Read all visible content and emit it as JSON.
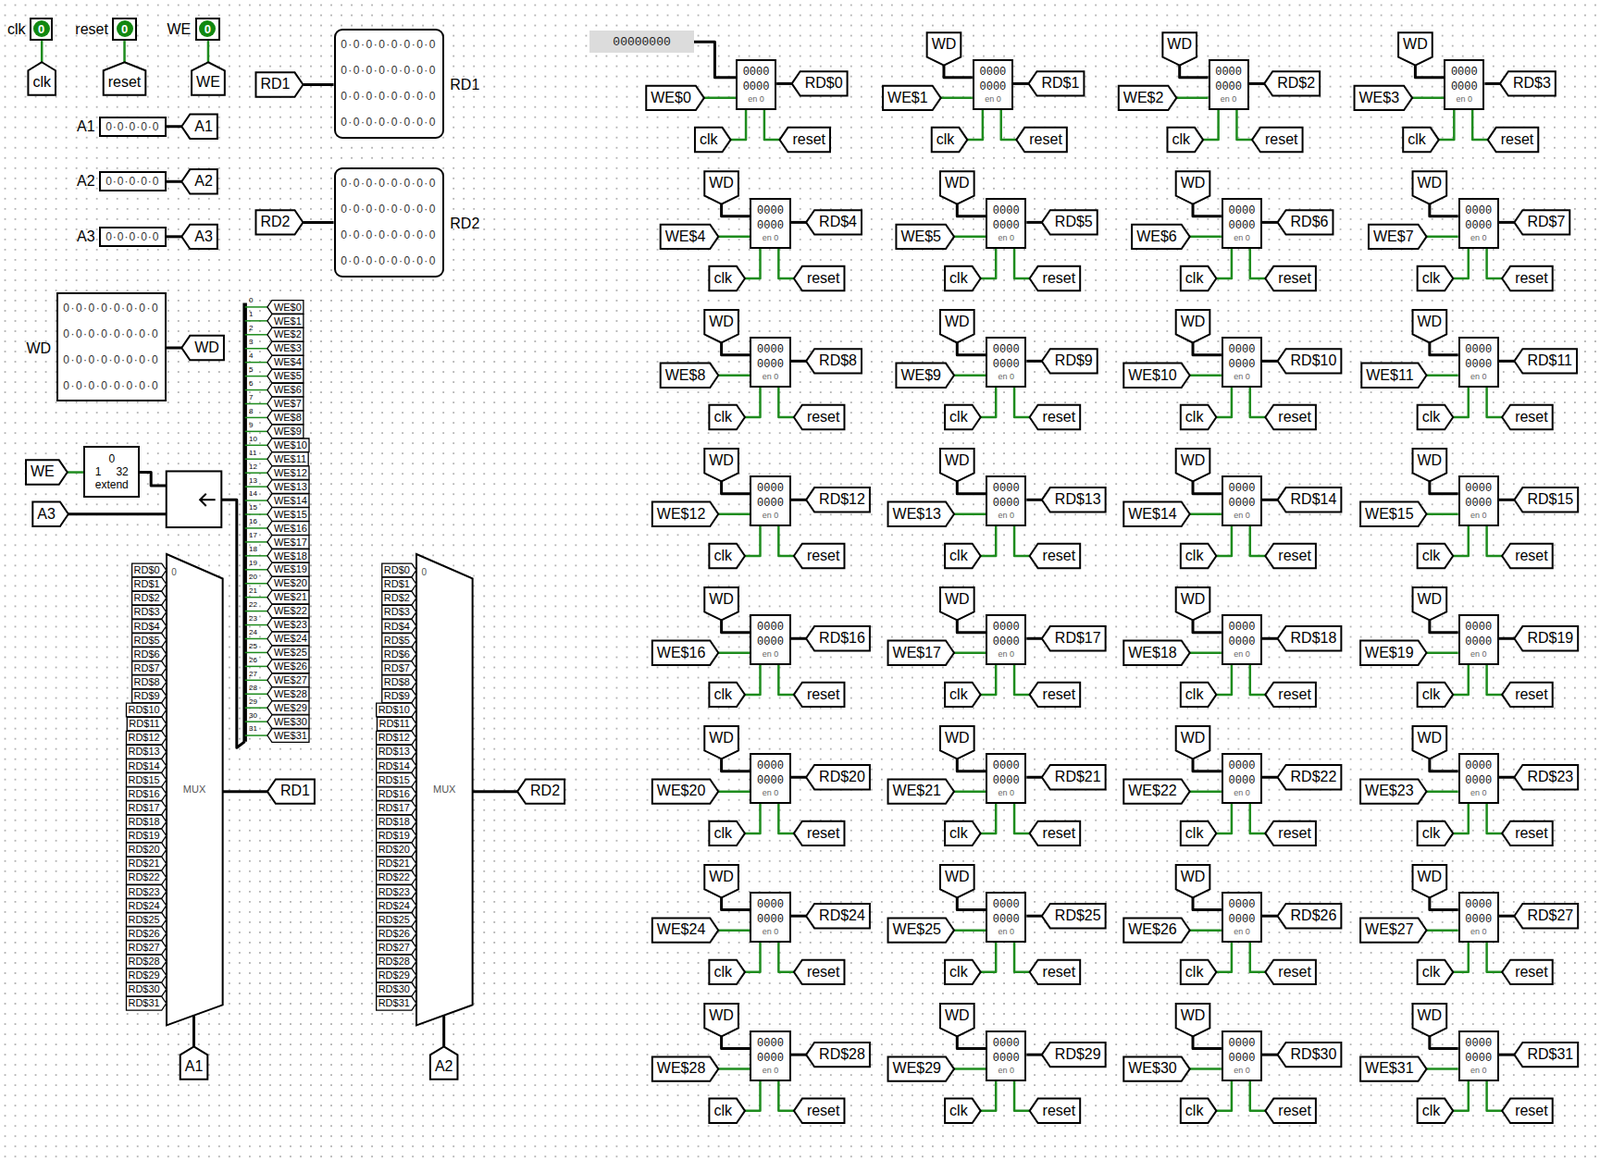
{
  "diagram": {
    "nodes": [
      {
        "text": [
          "0"
        ]
      },
      {
        "text": [
          "0"
        ]
      },
      {
        "text": [
          "0"
        ]
      },
      {
        "text": [
          "00000000"
        ]
      },
      {
        "text": [
          "0·0·0·0·0"
        ]
      },
      {
        "text": [
          "0·0·0·0·0·0·0·0 0·0·0·0·0·0·0·0 0·0·0·0·0·0·0·0 0·0·0·0·0·0·0·0"
        ]
      },
      {
        "text": [
          "0·0·0·0·0"
        ]
      },
      {
        "text": [
          "0·0·0·0·0·0·0·0 0·0·0·0·0·0·0·0 0·0·0·0·0·0·0·0 0·0·0·0·0·0·0·0"
        ]
      },
      {
        "text": [
          "0·0·0·0·0"
        ]
      },
      {
        "text": [
          "0·0·0·0·0·0·0·0 0·0·0·0·0·0·0·0 0·0·0·0·0·0·0·0 0·0·0·0·0·0·0·0"
        ]
      },
      {
        "text": [
          "0",
          "1",
          "32",
          "extend"
        ]
      },
      {
        "text": [
          "MUX"
        ]
      },
      {
        "text": [
          "MUX"
        ]
      },
      {
        "text": [
          "0000 0000",
          "en 0"
        ]
      },
      {
        "text": [
          "0000 0000",
          "en 0"
        ]
      },
      {
        "text": [
          "0000 0000",
          "en 0"
        ]
      },
      {
        "text": [
          "0000 0000",
          "en 0"
        ]
      },
      {
        "text": [
          "0000 0000",
          "en 0"
        ]
      },
      {
        "text": [
          "0000 0000",
          "en 0"
        ]
      },
      {
        "text": [
          "0000 0000",
          "en 0"
        ]
      },
      {
        "text": [
          "0000 0000",
          "en 0"
        ]
      },
      {
        "text": [
          "0000 0000",
          "en 0"
        ]
      },
      {
        "text": [
          "0000 0000",
          "en 0"
        ]
      },
      {
        "text": [
          "0000 0000",
          "en 0"
        ]
      },
      {
        "text": [
          "0000 0000",
          "en 0"
        ]
      },
      {
        "text": [
          "0000 0000",
          "en 0"
        ]
      },
      {
        "text": [
          "0000 0000",
          "en 0"
        ]
      },
      {
        "text": [
          "0000 0000",
          "en 0"
        ]
      },
      {
        "text": [
          "0000 0000",
          "en 0"
        ]
      },
      {
        "text": [
          "0000 0000",
          "en 0"
        ]
      },
      {
        "text": [
          "0000 0000",
          "en 0"
        ]
      },
      {
        "text": [
          "0000 0000",
          "en 0"
        ]
      },
      {
        "text": [
          "0000 0000",
          "en 0"
        ]
      },
      {
        "text": [
          "0000 0000",
          "en 0"
        ]
      },
      {
        "text": [
          "0000 0000",
          "en 0"
        ]
      },
      {
        "text": [
          "0000 0000",
          "en 0"
        ]
      },
      {
        "text": [
          "0000 0000",
          "en 0"
        ]
      },
      {
        "text": [
          "0000 0000",
          "en 0"
        ]
      },
      {
        "text": [
          "0000 0000",
          "en 0"
        ]
      },
      {
        "text": [
          "0000 0000",
          "en 0"
        ]
      },
      {
        "text": [
          "0000 0000",
          "en 0"
        ]
      },
      {
        "text": [
          "0000 0000",
          "en 0"
        ]
      },
      {
        "text": [
          "0000 0000",
          "en 0"
        ]
      },
      {
        "text": [
          "0000 0000",
          "en 0"
        ]
      },
      {
        "text": [
          "0000 0000",
          "en 0"
        ]
      }
    ],
    "edges": [
      {
        "from": 3,
        "to": 13,
        "arrow": "none"
      }
    ],
    "labels": [
      "clk",
      "clk",
      "reset",
      "reset",
      "WE",
      "WE",
      "A1",
      "A1",
      "A2",
      "A2",
      "A3",
      "A3",
      "RD1",
      "RD1",
      "RD2",
      "RD2",
      "WD",
      "WD",
      "WE",
      "A3",
      "0",
      "1",
      "2",
      "3",
      "4",
      "5",
      "6",
      "7",
      "8",
      "9",
      "10",
      "11",
      "12",
      "13",
      "14",
      "15",
      "16",
      "17",
      "18",
      "19",
      "20",
      "21",
      "22",
      "23",
      "24",
      "25",
      "26",
      "27",
      "28",
      "29",
      "30",
      "31",
      "WE$0",
      "WE$1",
      "WE$2",
      "WE$3",
      "WE$4",
      "WE$5",
      "WE$6",
      "WE$7",
      "WE$8",
      "WE$9",
      "WE$10",
      "WE$11",
      "WE$12",
      "WE$13",
      "WE$14",
      "WE$15",
      "WE$16",
      "WE$17",
      "WE$18",
      "WE$19",
      "WE$20",
      "WE$21",
      "WE$22",
      "WE$23",
      "WE$24",
      "WE$25",
      "WE$26",
      "WE$27",
      "WE$28",
      "WE$29",
      "WE$30",
      "WE$31",
      "RD$0",
      "RD$1",
      "RD$2",
      "RD$3",
      "RD$4",
      "RD$5",
      "RD$6",
      "RD$7",
      "RD$8",
      "RD$9",
      "RD$10",
      "RD$11",
      "RD$12",
      "RD$13",
      "RD$14",
      "RD$15",
      "RD$16",
      "RD$17",
      "RD$18",
      "RD$19",
      "RD$20",
      "RD$21",
      "RD$22",
      "RD$23",
      "RD$24",
      "RD$25",
      "RD$26",
      "RD$27",
      "RD$28",
      "RD$29",
      "RD$30",
      "RD$31",
      "0",
      "RD1",
      "A1",
      "RD$0",
      "RD$1",
      "RD$2",
      "RD$3",
      "RD$4",
      "RD$5",
      "RD$6",
      "RD$7",
      "RD$8",
      "RD$9",
      "RD$10",
      "RD$11",
      "RD$12",
      "RD$13",
      "RD$14",
      "RD$15",
      "RD$16",
      "RD$17",
      "RD$18",
      "RD$19",
      "RD$20",
      "RD$21",
      "RD$22",
      "RD$23",
      "RD$24",
      "RD$25",
      "RD$26",
      "RD$27",
      "RD$28",
      "RD$29",
      "RD$30",
      "RD$31",
      "0",
      "RD2",
      "A2",
      "WE$0",
      "RD$0",
      "clk",
      "reset",
      "WD",
      "WE$1",
      "RD$1",
      "clk",
      "reset",
      "WD",
      "WE$2",
      "RD$2",
      "clk",
      "reset",
      "WD",
      "WE$3",
      "RD$3",
      "clk",
      "reset",
      "WD",
      "WE$4",
      "RD$4",
      "clk",
      "reset",
      "WD",
      "WE$5",
      "RD$5",
      "clk",
      "reset",
      "WD",
      "WE$6",
      "RD$6",
      "clk",
      "reset",
      "WD",
      "WE$7",
      "RD$7",
      "clk",
      "reset",
      "WD",
      "WE$8",
      "RD$8",
      "clk",
      "reset",
      "WD",
      "WE$9",
      "RD$9",
      "clk",
      "reset",
      "WD",
      "WE$10",
      "RD$10",
      "clk",
      "reset",
      "WD",
      "WE$11",
      "RD$11",
      "clk",
      "reset",
      "WD",
      "WE$12",
      "RD$12",
      "clk",
      "reset",
      "WD",
      "WE$13",
      "RD$13",
      "clk",
      "reset",
      "WD",
      "WE$14",
      "RD$14",
      "clk",
      "reset",
      "WD",
      "WE$15",
      "RD$15",
      "clk",
      "reset",
      "WD",
      "WE$16",
      "RD$16",
      "clk",
      "reset",
      "WD",
      "WE$17",
      "RD$17",
      "clk",
      "reset",
      "WD",
      "WE$18",
      "RD$18",
      "clk",
      "reset",
      "WD",
      "WE$19",
      "RD$19",
      "clk",
      "reset",
      "WD",
      "WE$20",
      "RD$20",
      "clk",
      "reset",
      "WD",
      "WE$21",
      "RD$21",
      "clk",
      "reset",
      "WD",
      "WE$22",
      "RD$22",
      "clk",
      "reset",
      "WD",
      "WE$23",
      "RD$23",
      "clk",
      "reset",
      "WD",
      "WE$24",
      "RD$24",
      "clk",
      "reset",
      "WD",
      "WE$25",
      "RD$25",
      "clk",
      "reset",
      "WD",
      "WE$26",
      "RD$26",
      "clk",
      "reset",
      "WD",
      "WE$27",
      "RD$27",
      "clk",
      "reset",
      "WD",
      "WE$28",
      "RD$28",
      "clk",
      "reset",
      "WD",
      "WE$29",
      "RD$29",
      "clk",
      "reset",
      "WD",
      "WE$30",
      "RD$30",
      "clk",
      "reset",
      "WD",
      "WE$31",
      "RD$31",
      "clk",
      "reset"
    ]
  }
}
